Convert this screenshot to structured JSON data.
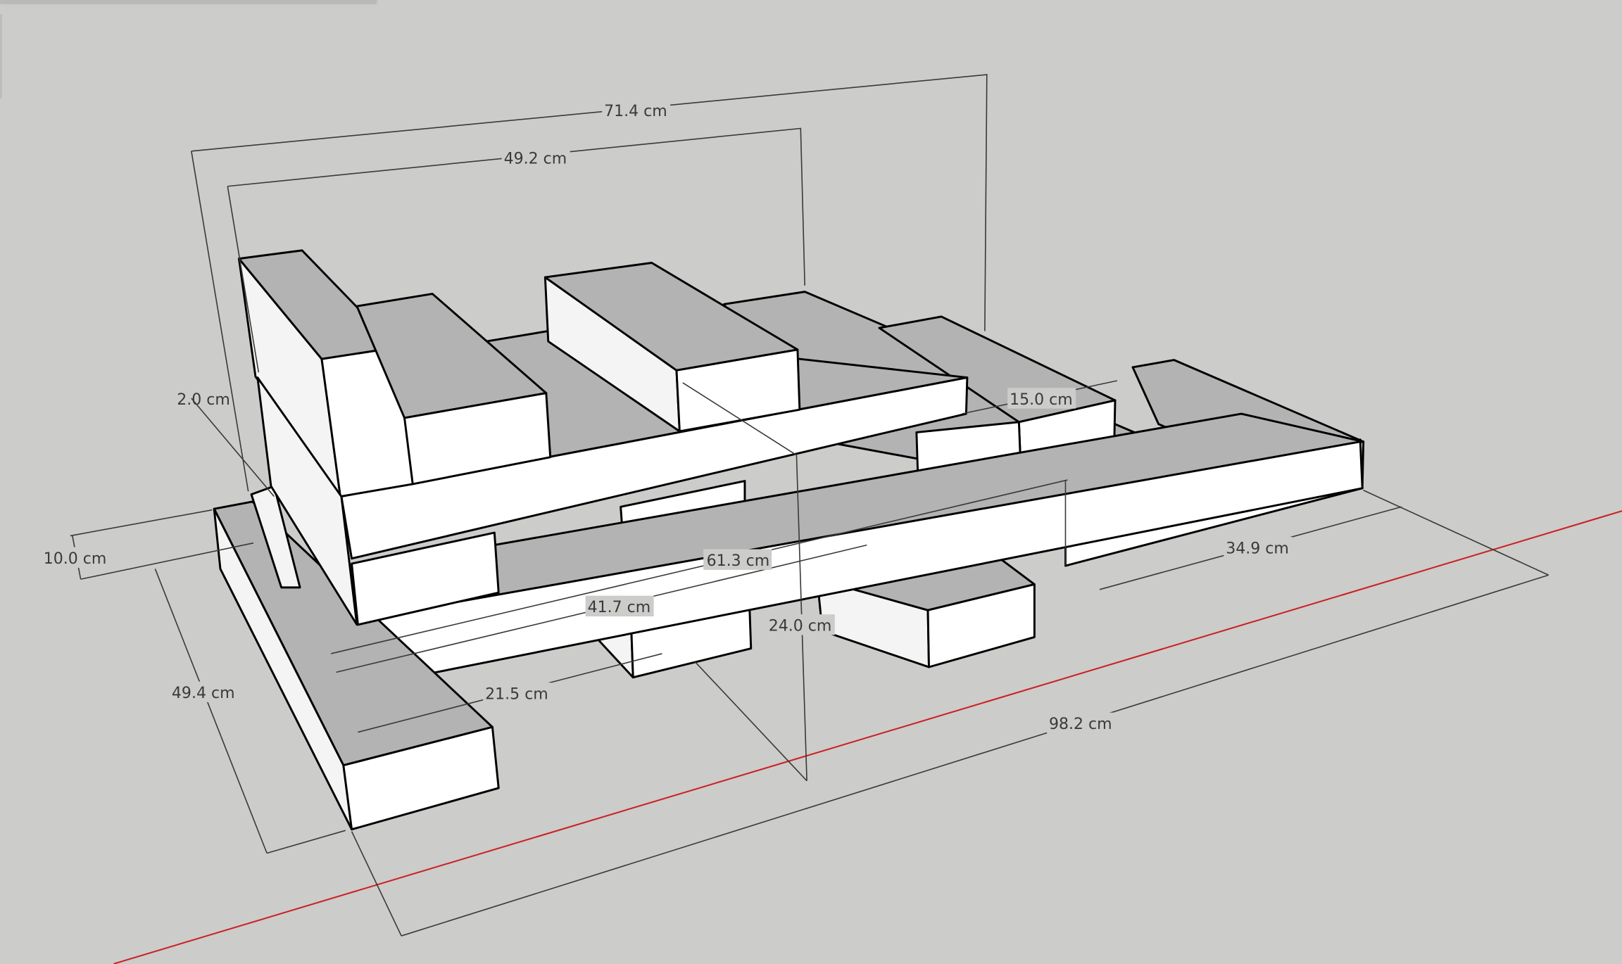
{
  "viewport": {
    "background": "#cccccb",
    "axis_color": "#cc2222"
  },
  "dimensions": {
    "overall_width": "71.4 cm",
    "upper_width": "49.2 cm",
    "thickness": "2.0 cm",
    "plank_height": "10.0 cm",
    "block_depth": "15.0 cm",
    "long_plank": "61.3 cm",
    "inner_plank": "41.7 cm",
    "height": "24.0 cm",
    "right_section": "34.9 cm",
    "base_depth": "49.4 cm",
    "block_width": "21.5 cm",
    "overall_length": "98.2 cm"
  }
}
